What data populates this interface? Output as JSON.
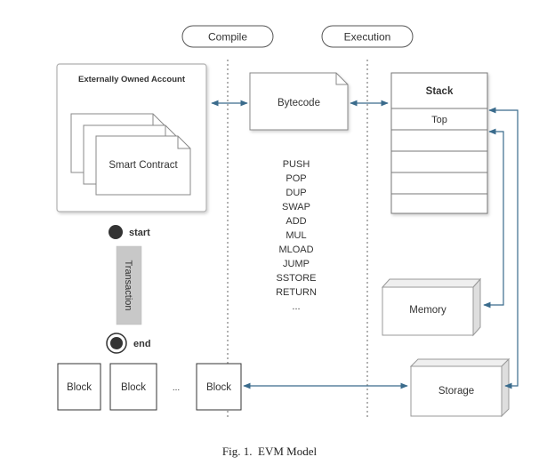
{
  "header": {
    "compile_label": "Compile",
    "execution_label": "Execution"
  },
  "eoa": {
    "title": "Externally Owned Account",
    "contract_label": "Smart Contract"
  },
  "bytecode": {
    "label": "Bytecode",
    "opcodes": [
      "PUSH",
      "POP",
      "DUP",
      "SWAP",
      "ADD",
      "MUL",
      "MLOAD",
      "JUMP",
      "SSTORE",
      "RETURN",
      "..."
    ]
  },
  "stack": {
    "title": "Stack",
    "top_label": "Top"
  },
  "memory_label": "Memory",
  "storage_label": "Storage",
  "transaction": {
    "start_label": "start",
    "end_label": "end",
    "bar_label": "Transaction"
  },
  "blocks": {
    "labels": [
      "Block",
      "Block",
      "Block"
    ],
    "ellipsis": "..."
  },
  "caption": "Fig. 1.  EVM Model",
  "colors": {
    "arrow": "#3a6b8c",
    "box_stroke": "#9a9a9a",
    "shadow": "#d8d8d8",
    "transaction_bar": "#c8c8c8"
  }
}
